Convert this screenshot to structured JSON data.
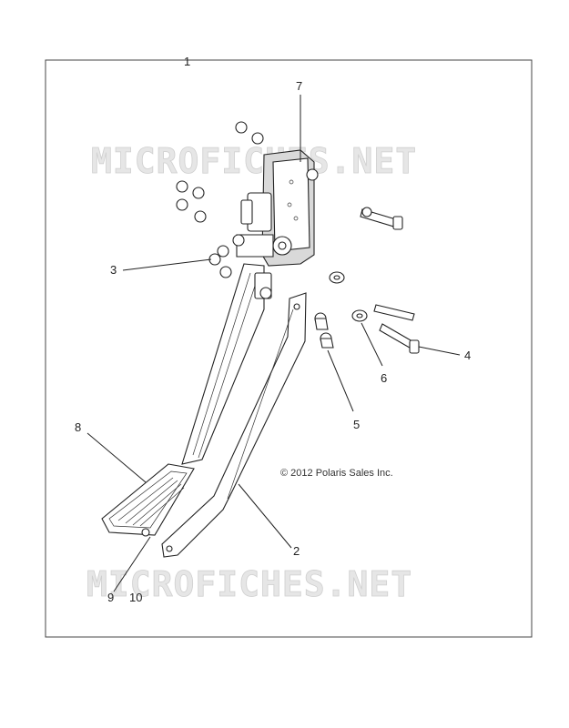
{
  "callouts": {
    "c1": "1",
    "c2": "2",
    "c3": "3",
    "c4": "4",
    "c5": "5",
    "c6": "6",
    "c7": "7",
    "c8": "8",
    "c9": "9",
    "c10": "10"
  },
  "copyright": "© 2012 Polaris Sales Inc.",
  "watermark": "MICROFICHES.NET"
}
